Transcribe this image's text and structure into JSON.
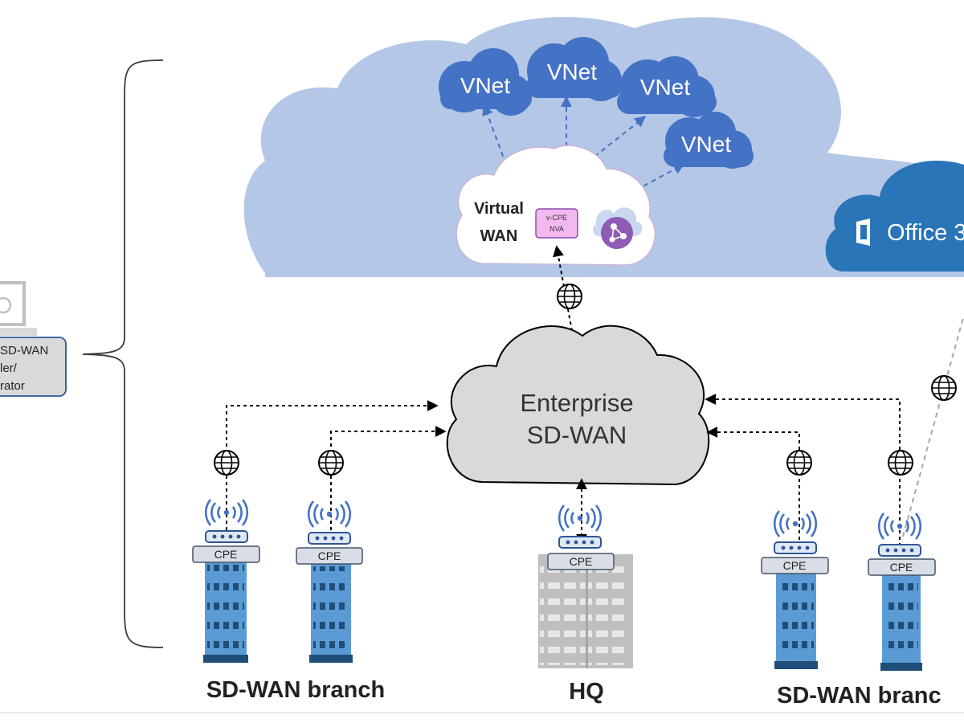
{
  "colors": {
    "outer_cloud": "#b4c7e7",
    "vnet_cloud": "#4472c4",
    "office_cloud": "#2a75b8",
    "enterprise_cloud": "#d9d9d9",
    "vwan_cloud": "#ffffff",
    "nva_box": "#f3b8f0",
    "cpe_box": "#d9dee6",
    "building_blue": "#5b9bd5",
    "building_gray": "#bfbfbf",
    "controller_box": "#d9d9d9"
  },
  "cloud": {
    "vnets": [
      "VNet",
      "VNet",
      "VNet",
      "VNet"
    ],
    "virtual_wan_line1": "Virtual",
    "virtual_wan_line2": "WAN",
    "nva_line1": "v-CPE",
    "nva_line2": "NVA",
    "office_label": "Office 3"
  },
  "enterprise": {
    "line1": "Enterprise",
    "line2": "SD-WAN"
  },
  "controller": {
    "line1": "SD-WAN",
    "line2": "ler/",
    "line3": "rator"
  },
  "cpe_label": "CPE",
  "bottom_labels": {
    "left": "SD-WAN branch",
    "center": "HQ",
    "right": "SD-WAN branc"
  },
  "icons": [
    "globe-icon",
    "wifi-icon",
    "router-icon",
    "globe-network-icon",
    "office-logo-icon",
    "computer-icon"
  ]
}
